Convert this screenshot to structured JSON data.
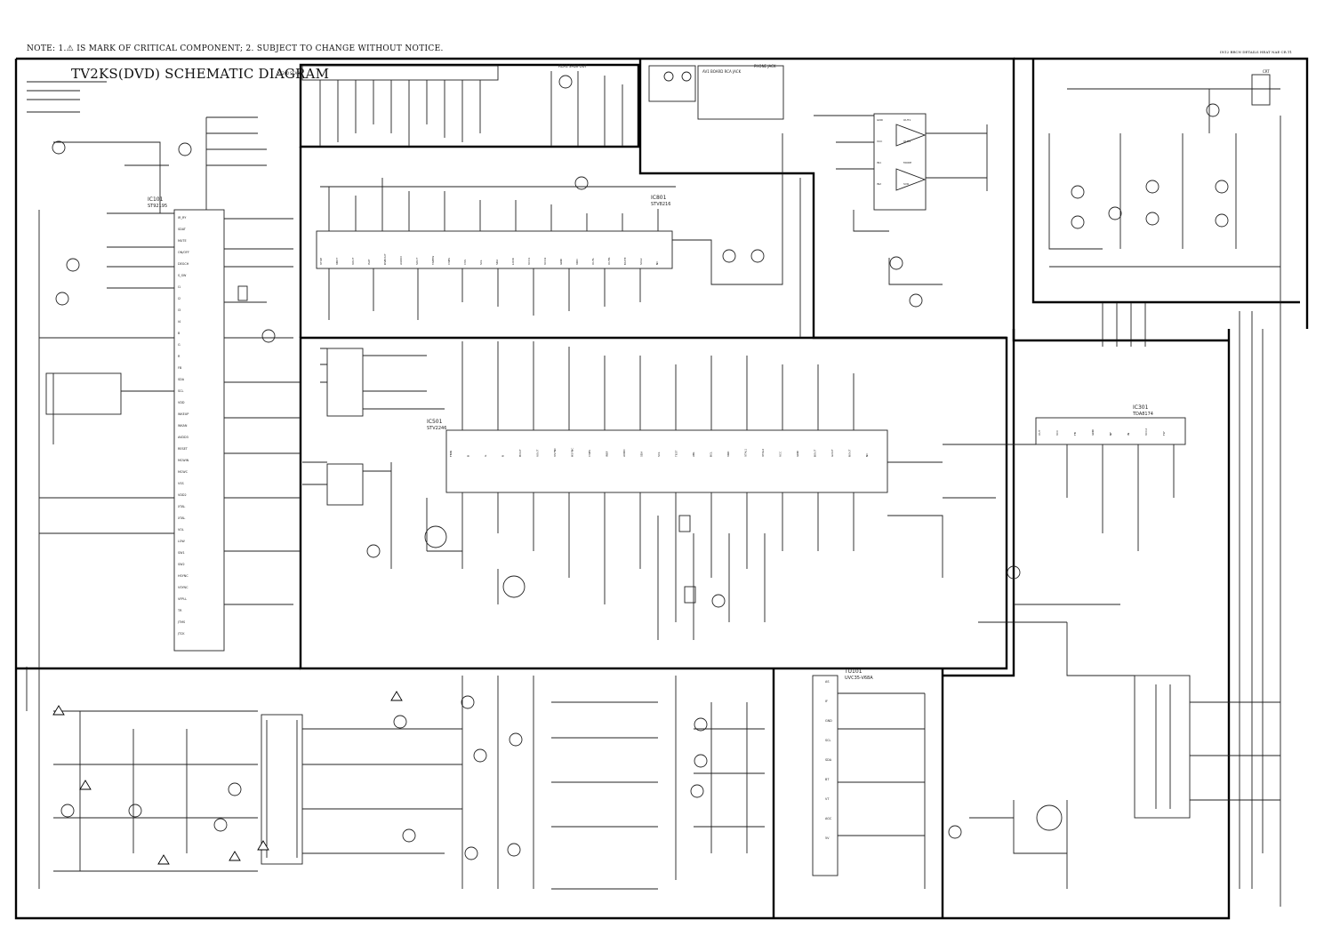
{
  "header": {
    "note": "NOTE: 1.⚠ IS MARK OF CRITICAL COMPONENT; 2. SUBJECT TO CHANGE WITHOUT NOTICE.",
    "title": "TV2KS(DVD) SCHEMATIC DIAGRAM",
    "corner_note": "IN12 BRCN DETAILS HEAT NAE CR.T1"
  },
  "connectors": {
    "scart": "XS200 SCART",
    "rca_spdif": "RCA1 SPDIFOUT",
    "av1_board": "AV1 BOARD RCA JACK",
    "phone": "PHONE JACK",
    "crt": "CRT"
  },
  "ics": [
    {
      "ref": "IC801",
      "part": "STV8216"
    },
    {
      "ref": "IC501",
      "part": "STV2246"
    },
    {
      "ref": "IC101",
      "part": "ST92195"
    },
    {
      "ref": "IC301",
      "part": "TDA8174"
    },
    {
      "ref": "TU101",
      "part": "UVC35-V68A"
    }
  ],
  "pins_left_ic": [
    "IR_RY",
    "SDAT",
    "MUTE",
    "ON/OFF",
    "DEGCH",
    "S_SW",
    "I1",
    "I2",
    "I3",
    "I4",
    "B",
    "G",
    "R",
    "FB",
    "SDA",
    "SCL",
    "VDD",
    "WKEUP",
    "WKAN",
    "AVDD3",
    "RESET",
    "MCWIN",
    "MCWC",
    "VSS",
    "VDD2",
    "XTAL",
    "XTAL",
    "VOL",
    "LOW",
    "SW1",
    "SW2",
    "HSYNC",
    "VSYNC",
    "VFPLL",
    "TR",
    "JTMS",
    "JTCK"
  ],
  "ic801_pins": [
    "VTOP",
    "VBOT",
    "VOUT",
    "ISAT",
    "DVBOUT",
    "AUDIO",
    "SOUT",
    "TAPPW",
    "CVBS",
    "CVS",
    "SCL",
    "SDA",
    "LOCK",
    "VCO1",
    "VCO2",
    "GND",
    "VDD",
    "OUTL",
    "OUTR",
    "MUTE",
    "SCL2",
    "NC"
  ],
  "ic501_pins": [
    "FBIN",
    "B",
    "G",
    "R",
    "HOUT",
    "VOUT",
    "VSYNC",
    "HSYNC",
    "CVBS",
    "IREF",
    "AVDD",
    "SDA",
    "SCL",
    "TEST",
    "ABL",
    "BCL",
    "VRD",
    "XTAL1",
    "XTAL2",
    "VCC",
    "GND",
    "BOUT",
    "GOUT",
    "ROUT",
    "NC"
  ],
  "ic301_pins": [
    "OUT",
    "VCC",
    "FB",
    "GND",
    "NF",
    "IN",
    "VCC2",
    "FLY"
  ],
  "tuner_pins": [
    "AS",
    "IF",
    "GND",
    "SCL",
    "SDA",
    "BT",
    "VT",
    "AGC",
    "5V"
  ],
  "amp_pins": [
    "GND",
    "VCC",
    "IN1",
    "IN2",
    "OUT1",
    "OUT2",
    "MODE",
    "SVR"
  ]
}
